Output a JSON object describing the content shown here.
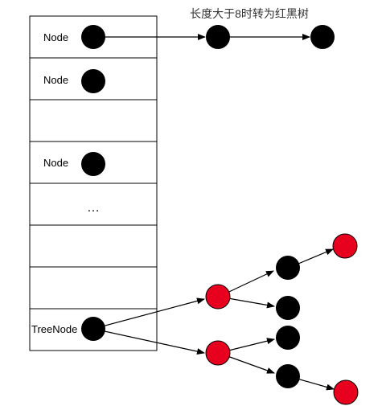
{
  "diagram": {
    "caption": "长度大于8时转为红黑树",
    "buckets": [
      {
        "label": "Node",
        "has_node": true
      },
      {
        "label": "Node",
        "has_node": true
      },
      {
        "label": "",
        "has_node": false
      },
      {
        "label": "Node",
        "has_node": true
      },
      {
        "label": "…",
        "has_node": false
      },
      {
        "label": "",
        "has_node": false
      },
      {
        "label": "",
        "has_node": false
      },
      {
        "label": "TreeNode",
        "has_node": true
      }
    ],
    "node_colors": {
      "black": "#000000",
      "red": "#e8001f"
    }
  }
}
